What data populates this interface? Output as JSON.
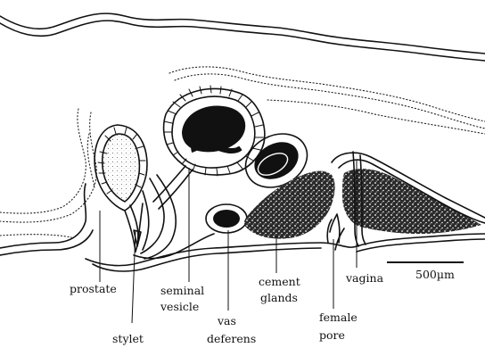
{
  "labels": {
    "prostate": "prostate",
    "stylet": "stylet",
    "seminal_line1": "seminal",
    "seminal_line2": "vesicle",
    "vas_line1": "vas",
    "vas_line2": "deferens",
    "cement_line1": "cement",
    "cement_line2": "glands",
    "female_line1": "female",
    "female_line2": "pore",
    "vagina": "vagina",
    "scale": "500µm"
  },
  "scale_bar": {
    "length_um": 500
  }
}
